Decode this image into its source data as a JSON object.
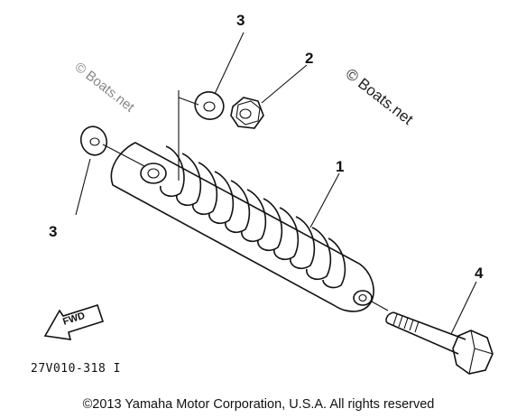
{
  "watermarks": {
    "main": "© Boats.net",
    "faint": "© Boats.net"
  },
  "callouts": {
    "shock_absorber": "1",
    "nut": "2",
    "washer_top": "3",
    "washer_left": "3",
    "bolt": "4"
  },
  "fwd_label": "FWD",
  "part_code": "27V010-318 I",
  "copyright": "©2013 Yamaha Motor Corporation, U.S.A. All rights reserved"
}
